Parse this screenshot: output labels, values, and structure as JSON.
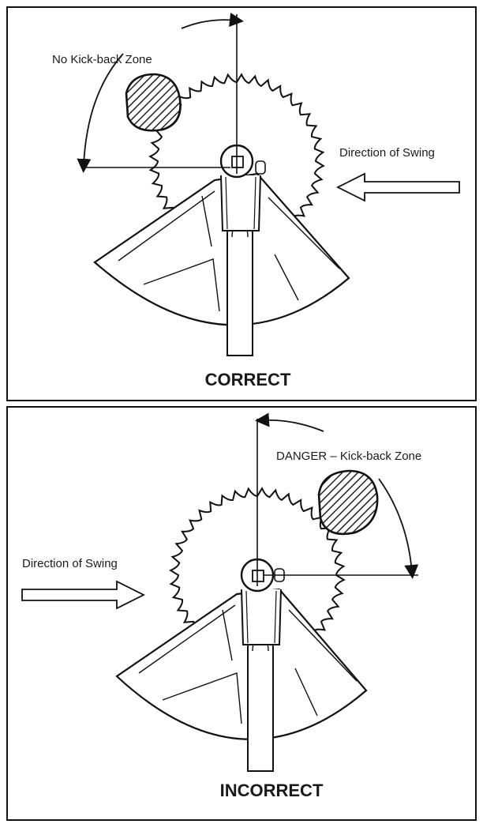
{
  "correct_panel": {
    "zone_label": "No Kick-back Zone",
    "swing_label": "Direction of Swing",
    "verdict": "CORRECT"
  },
  "incorrect_panel": {
    "zone_label": "DANGER – Kick-back Zone",
    "swing_label": "Direction of Swing",
    "verdict": "INCORRECT"
  }
}
